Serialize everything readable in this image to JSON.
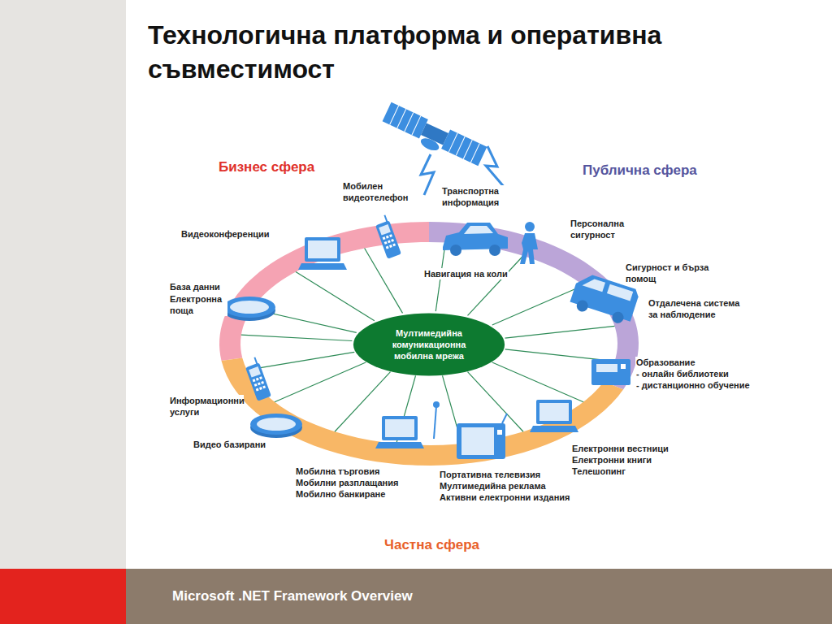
{
  "diagram": {
    "title": "Технологична платформа и оперативна съвместимост",
    "nodes": [
      {
        "text": [
          "Мултимедийна комуникационна мобилна мрежа"
        ]
      },
      {
        "text": [
          "Microsoft .NET Framework Overview"
        ]
      }
    ],
    "labels": [
      "Бизнес сфера",
      "Публична сфера",
      "Частна сфера",
      "Мобилен видеотелефон",
      "Транспортна информация",
      "Видеоконференции",
      "Персонална сигурност",
      "Навигация на коли",
      "Сигурност и бърза помощ",
      "База данни",
      "Електронна поща",
      "Отдалечена система за наблюдение",
      "Образование",
      "- онлайн библиотеки",
      "- дистанционно обучение",
      "Информационни услуги",
      "Видео базирани",
      "Електронни вестници",
      "Електронни книги",
      "Телешопинг",
      "Мобилна търговия",
      "Мобилни разплащания",
      "Мобилно банкиране",
      "Портативна телевизия",
      "Мултимедийна реклама",
      "Активни електронни издания"
    ]
  }
}
